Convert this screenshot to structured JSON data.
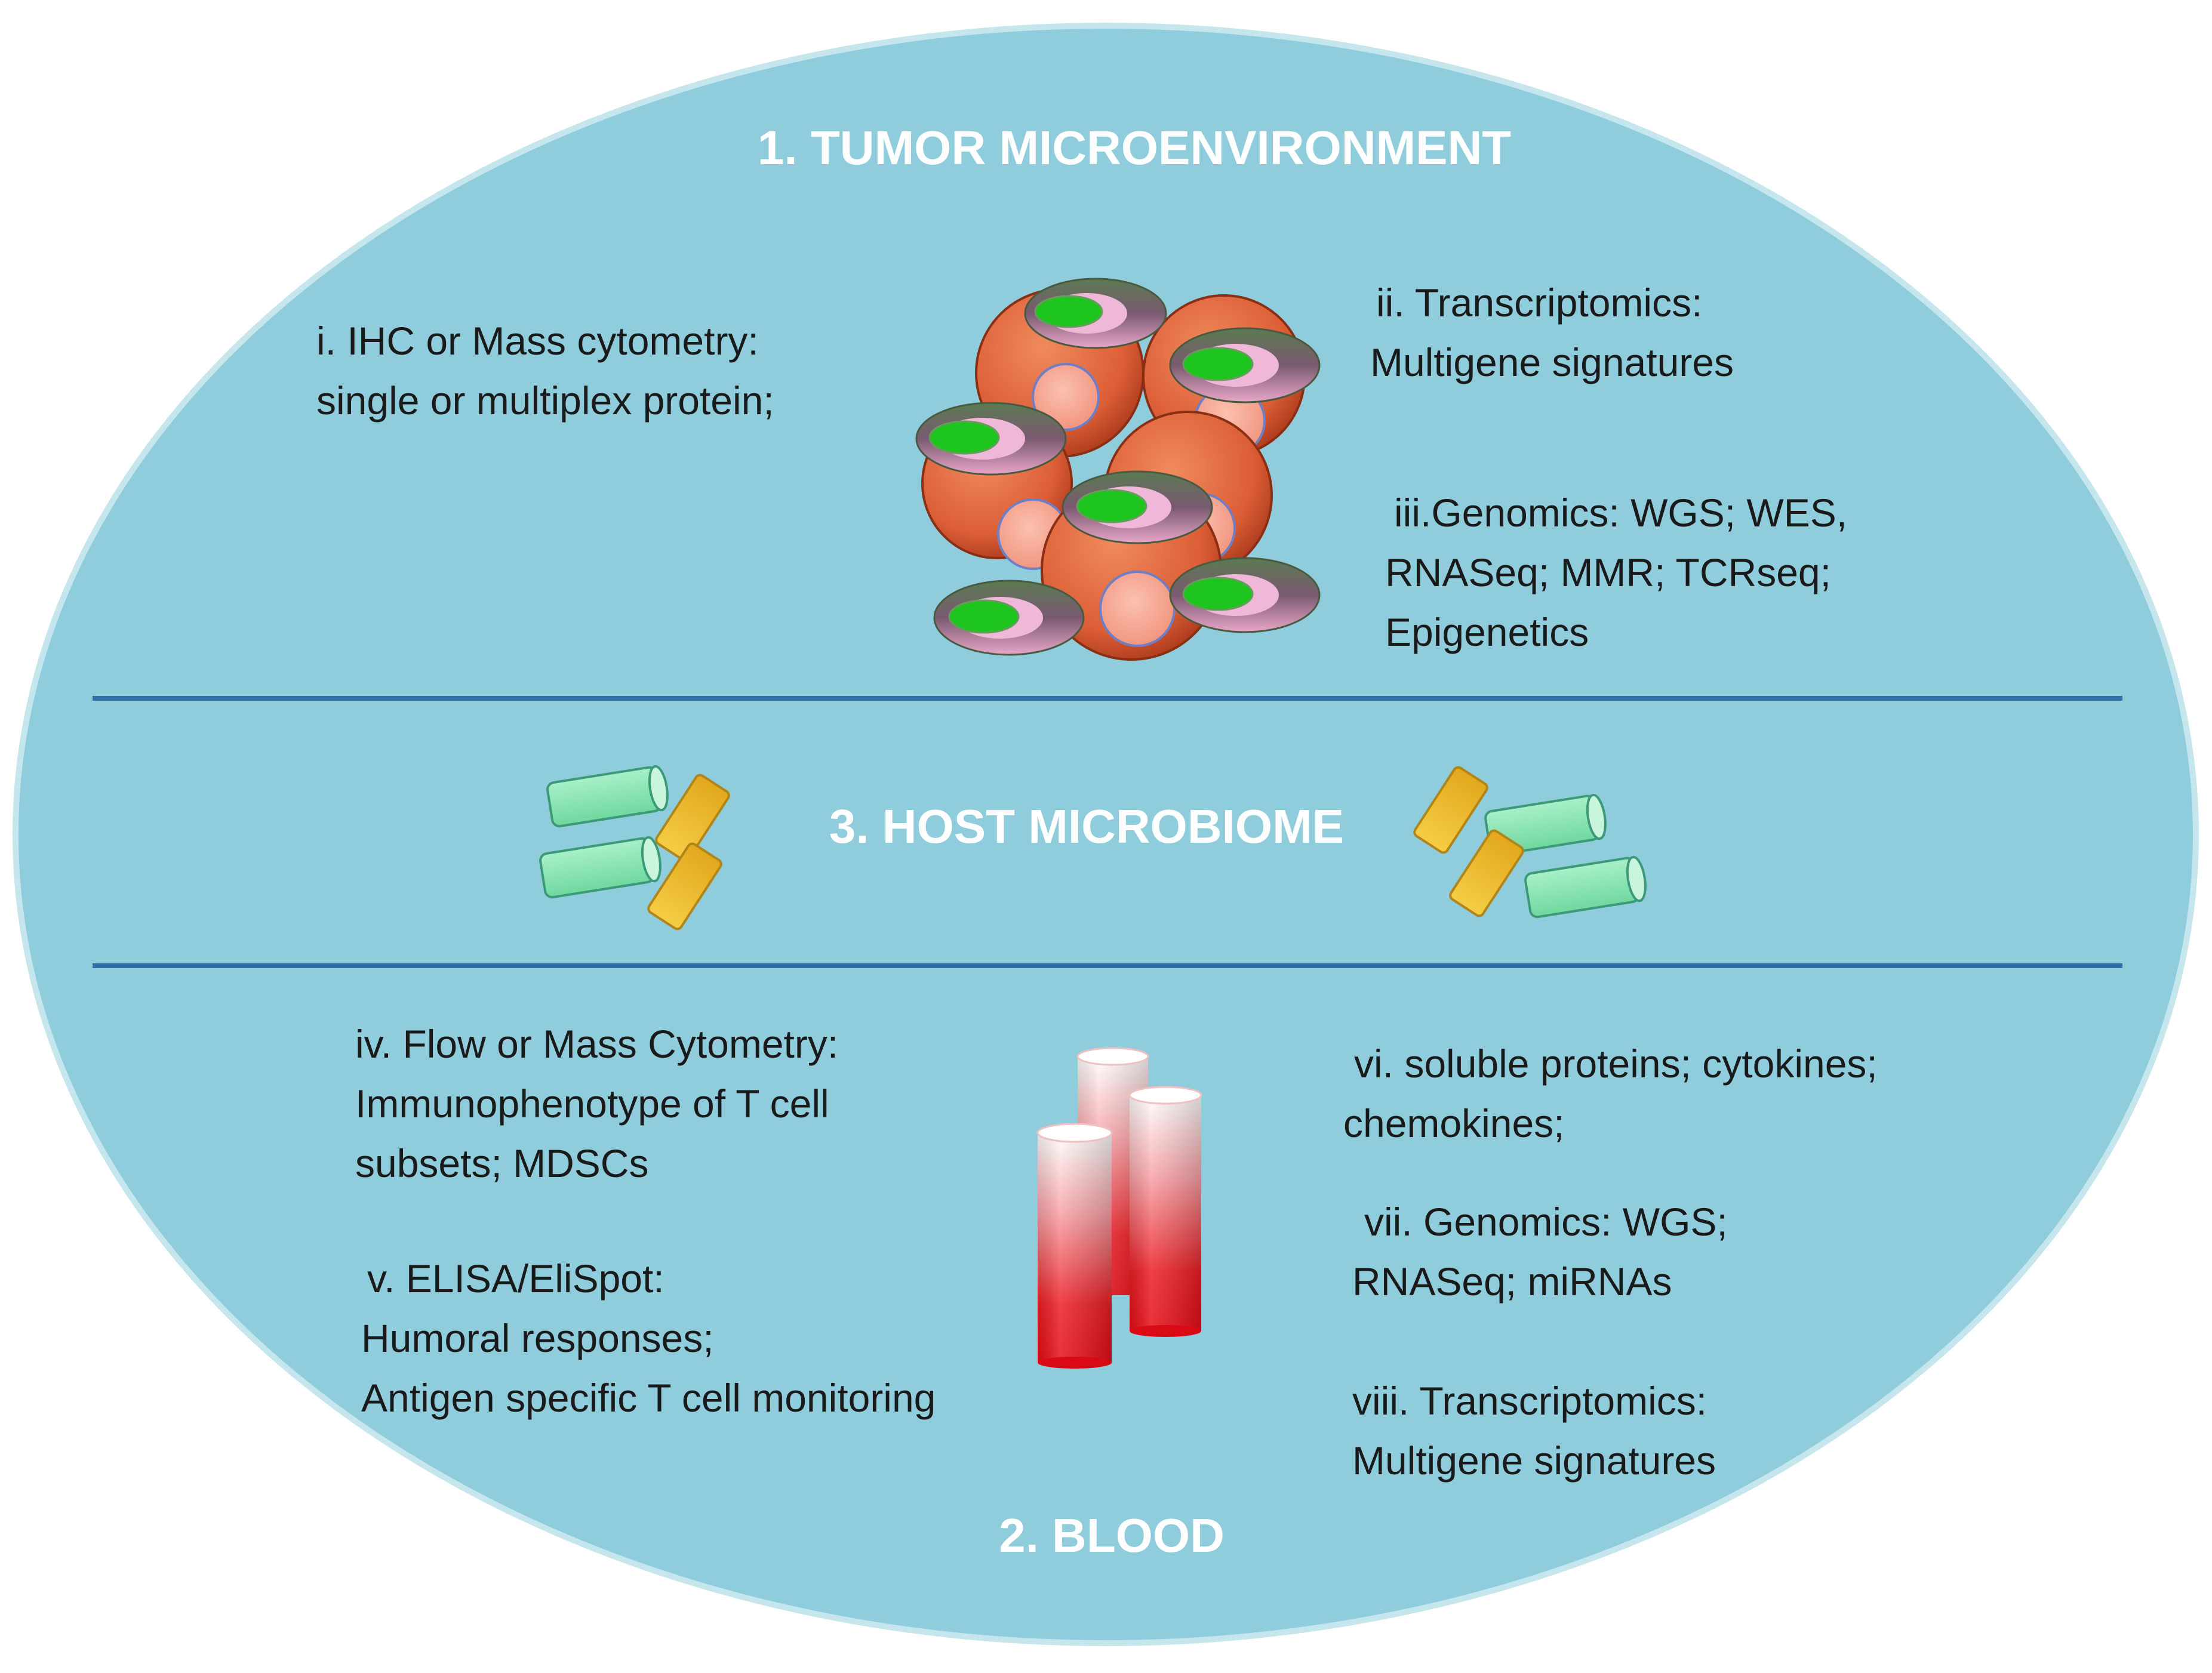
{
  "colors": {
    "ellipse_fill": "#8fcddd",
    "divider": "#2e6fa8",
    "section_title": "#ffffff",
    "body_text": "#1a1a1a",
    "cell_orange": "#e26a42",
    "cell_nucleus_pink": "#f7a28e",
    "cell_green": "#1ec51e",
    "bacteria_green": "#8de8b4",
    "bacteria_yellow": "#f0c02e",
    "tube_red": "#e8101a"
  },
  "sections": {
    "tumor": {
      "title": "1. TUMOR MICROENVIRONMENT",
      "items": [
        {
          "lines": [
            "i. IHC or Mass cytometry:",
            "single or multiplex protein;"
          ]
        },
        {
          "lines": [
            "ii. Transcriptomics:",
            "Multigene signatures"
          ]
        },
        {
          "lines": [
            "iii.Genomics: WGS; WES,",
            "RNASeq; MMR; TCRseq;",
            "Epigenetics"
          ]
        }
      ]
    },
    "microbiome": {
      "title": "3. HOST MICROBIOME"
    },
    "blood": {
      "title": "2. BLOOD",
      "items": [
        {
          "lines": [
            "iv. Flow or Mass Cytometry:",
            "Immunophenotype of T cell",
            "subsets; MDSCs"
          ]
        },
        {
          "lines": [
            "v. ELISA/EliSpot:",
            "Humoral responses;",
            "Antigen specific T cell monitoring"
          ]
        },
        {
          "lines": [
            "vi. soluble proteins; cytokines;",
            "chemokines;"
          ]
        },
        {
          "lines": [
            "vii. Genomics: WGS;",
            "RNASeq; miRNAs"
          ]
        },
        {
          "lines": [
            "viii. Transcriptomics:",
            "Multigene signatures"
          ]
        }
      ]
    }
  },
  "icons": {
    "tumor_cells": "tumor-cell-cluster-icon",
    "bacteria_left": "bacteria-left-icon",
    "bacteria_right": "bacteria-right-icon",
    "blood_tubes": "blood-tubes-icon"
  }
}
